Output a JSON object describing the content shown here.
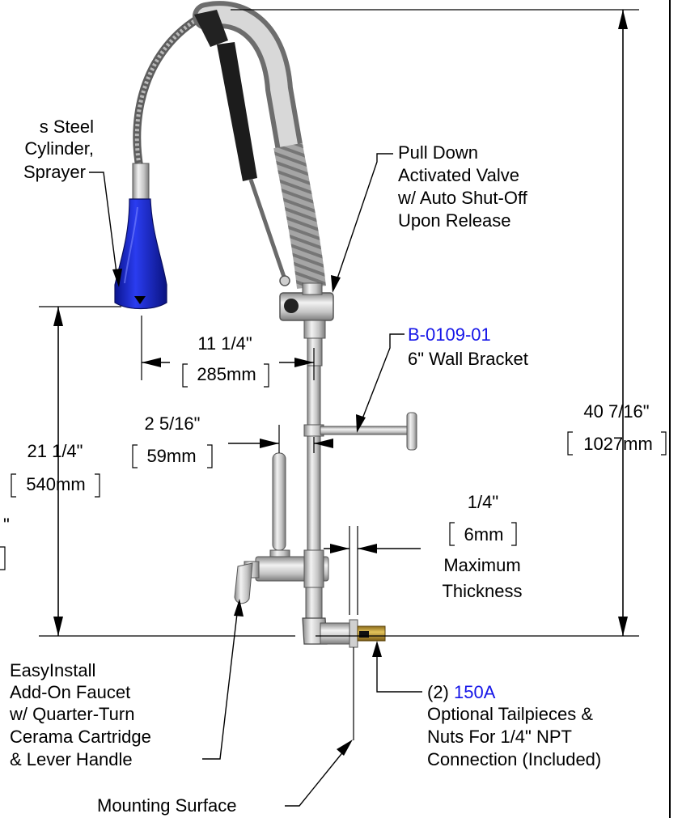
{
  "colors": {
    "link_blue": "#1515e8",
    "sprayer_blue": "#1a2ad6",
    "chrome": "#c9c9c9",
    "hose": "#9a9a9a",
    "text": "#000000"
  },
  "labels": {
    "sprayer": [
      "s Steel",
      "Cylinder,",
      "Sprayer"
    ],
    "valve": [
      "Pull Down",
      "Activated Valve",
      "w/ Auto Shut-Off",
      "Upon Release"
    ],
    "wall_bracket_part": "B-0109-01",
    "wall_bracket_desc": "6\" Wall Bracket",
    "faucet": [
      "EasyInstall",
      "Add-On Faucet",
      "w/ Quarter-Turn",
      "Cerama Cartridge",
      "& Lever Handle"
    ],
    "tailpiece_qty": "(2) ",
    "tailpiece_part": "150A",
    "tailpiece_desc": [
      "Optional Tailpieces &",
      "Nuts For 1/4\" NPT",
      "Connection (Included)"
    ],
    "mounting_surface": "Mounting Surface"
  },
  "dimensions": {
    "reach_in": "11 1/4\"",
    "reach_mm": "285mm",
    "offset_in": "2 5/16\"",
    "offset_mm": "59mm",
    "spray_height_in": "21 1/4\"",
    "spray_height_mm": "540mm",
    "thickness_in": "1/4\"",
    "thickness_mm": "6mm",
    "thickness_note": [
      "Maximum",
      "Thickness"
    ],
    "overall_in": "40 7/16\"",
    "overall_mm": "1027mm",
    "partial_left_in": "\""
  }
}
